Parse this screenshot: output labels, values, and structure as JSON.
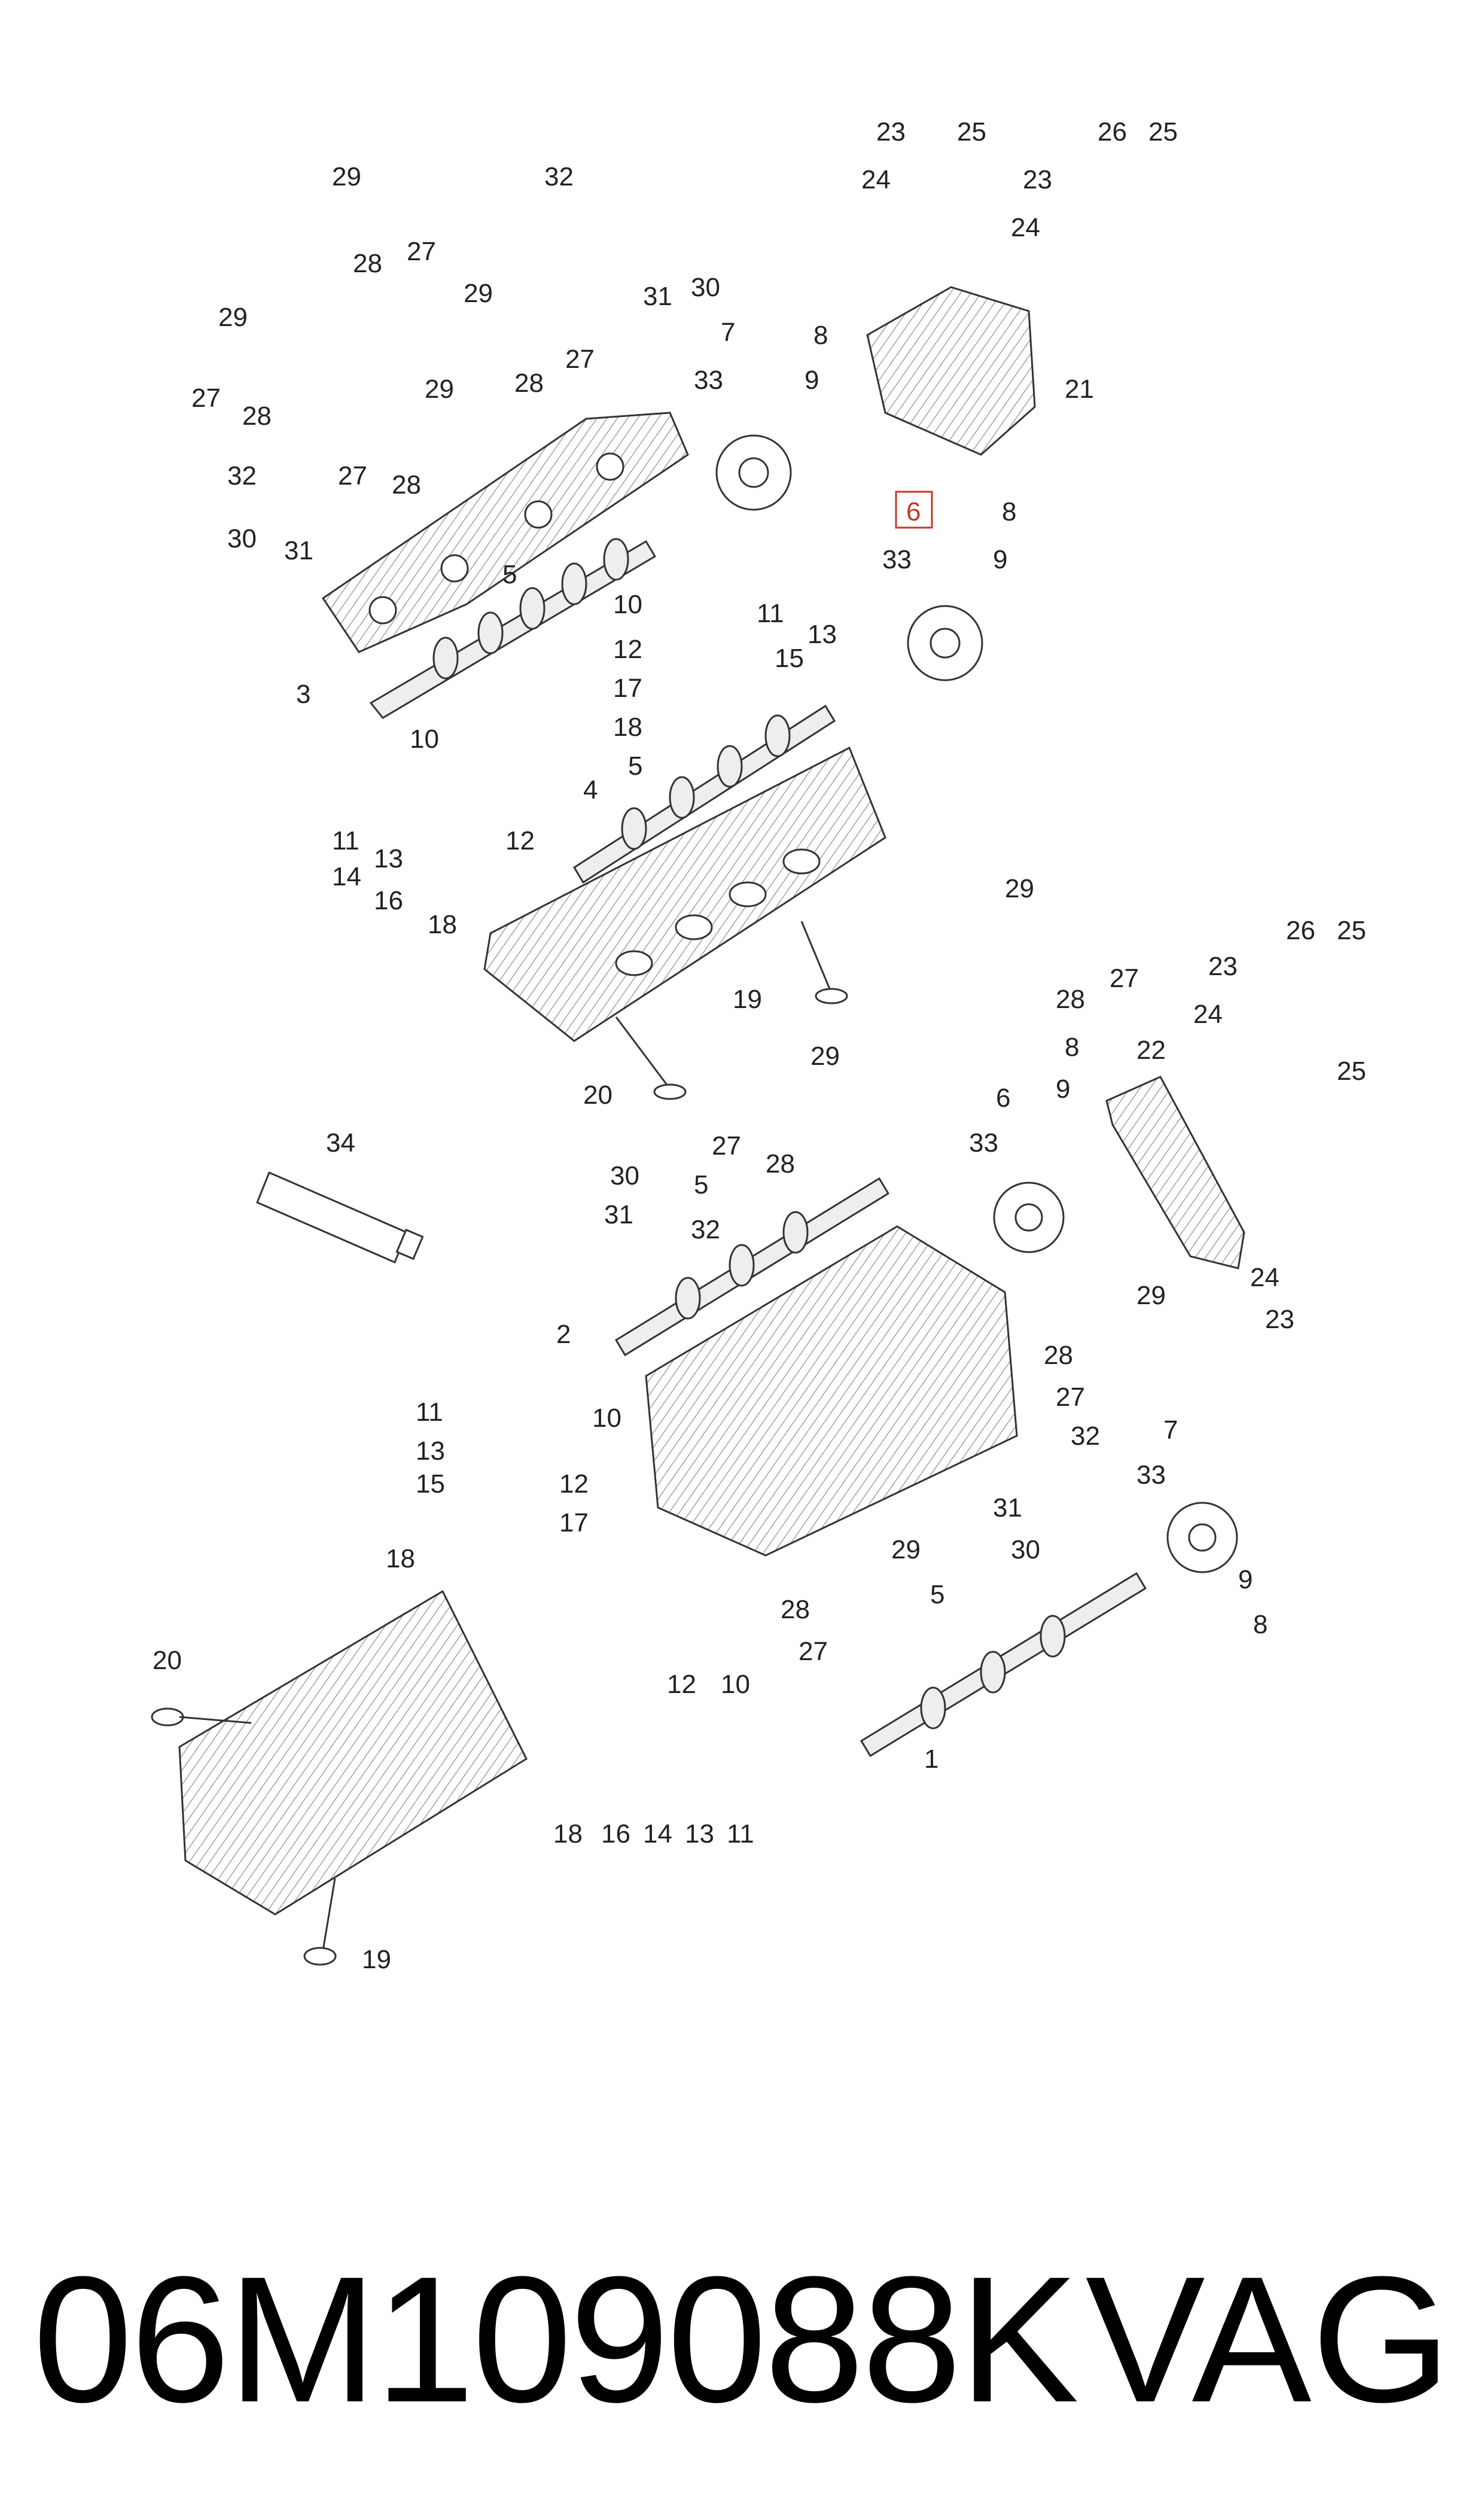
{
  "labels": {
    "l29a": "29",
    "l27a": "27",
    "l28a": "28",
    "l29b": "29",
    "l27b": "27",
    "l28b": "28",
    "l29c": "29",
    "l27c": "27",
    "l28c": "28",
    "l29d": "29",
    "l27d": "27",
    "l28d": "28",
    "l32a": "32",
    "l30a": "30",
    "l31a": "31",
    "l32b": "32",
    "l30b": "30",
    "l31b": "31",
    "l23a": "23",
    "l25a": "25",
    "l24a": "24",
    "l26a": "26",
    "l25b": "25",
    "l23b": "23",
    "l24b": "24",
    "l21": "21",
    "l7a": "7",
    "l33a": "33",
    "l8a": "8",
    "l9a": "9",
    "l6a": "6",
    "l33b": "33",
    "l8b": "8",
    "l9b": "9",
    "l10a": "10",
    "l11a": "11",
    "l13a": "13",
    "l12a": "12",
    "l15a": "15",
    "l17a": "17",
    "l18a": "18",
    "l5a": "5",
    "l3": "3",
    "l4": "4",
    "l5b": "5",
    "l10b": "10",
    "l11b": "11",
    "l12b": "12",
    "l13b": "13",
    "l14a": "14",
    "l16a": "16",
    "l18b": "18",
    "l19a": "19",
    "l20a": "20",
    "l29e": "29",
    "l27e": "27",
    "l28e": "28",
    "l26b": "26",
    "l25c": "25",
    "l23c": "23",
    "l24c": "24",
    "l22": "22",
    "l8c": "8",
    "l9c": "9",
    "l6b": "6",
    "l33c": "33",
    "l25d": "25",
    "l24d": "24",
    "l23d": "23",
    "l34": "34",
    "l29f": "29",
    "l27f": "27",
    "l28f": "28",
    "l30c": "30",
    "l31c": "31",
    "l32c": "32",
    "l5c": "5",
    "l2": "2",
    "l29g": "29",
    "l28g": "28",
    "l27g": "27",
    "l32d": "32",
    "l31d": "31",
    "l30d": "30",
    "l7b": "7",
    "l33d": "33",
    "l9d": "9",
    "l8d": "8",
    "l29h": "29",
    "l28h": "28",
    "l27h": "27",
    "l5d": "5",
    "l1": "1",
    "l11c": "11",
    "l10c": "10",
    "l13c": "13",
    "l15b": "15",
    "l12c": "12",
    "l17b": "17",
    "l18c": "18",
    "l20b": "20",
    "l12d": "12",
    "l10d": "10",
    "l18d": "18",
    "l16b": "16",
    "l14b": "14",
    "l13d": "13",
    "l11d": "11",
    "l19b": "19"
  },
  "highlight_color": "#c0392b",
  "footer": {
    "part_number": "06M109088K",
    "brand": "VAG"
  }
}
